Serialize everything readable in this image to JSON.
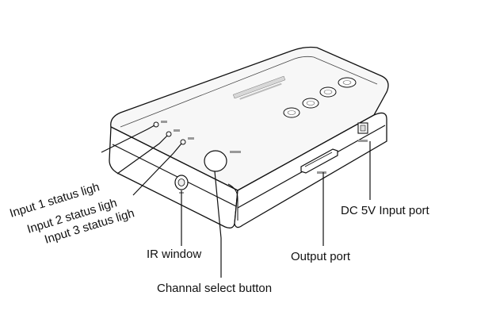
{
  "diagram": {
    "callouts": {
      "input1": "Input 1 status ligh",
      "input2": "Input 2 status ligh",
      "input3": "Input 3 status ligh",
      "ir_window": "IR window",
      "channel_select": "Channal select button",
      "output_port": "Output port",
      "dc_input": "DC 5V Input port"
    }
  }
}
